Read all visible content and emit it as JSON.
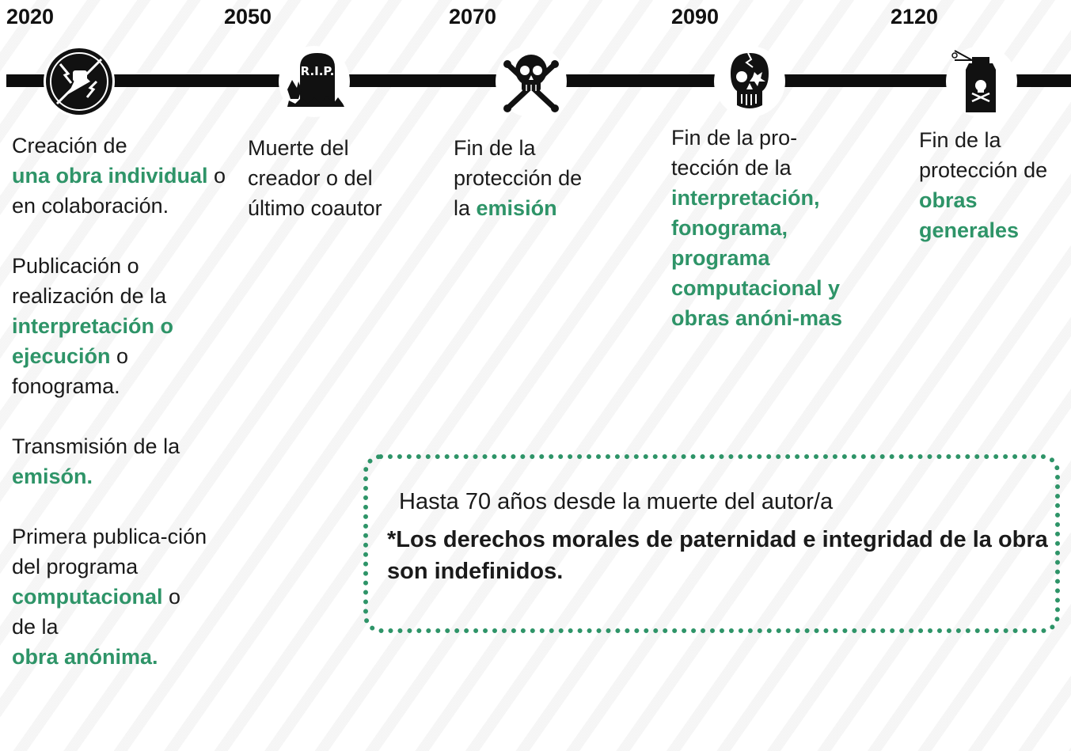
{
  "years": [
    "2020",
    "2050",
    "2070",
    "2090",
    "2120"
  ],
  "nodes": {
    "n1": {
      "icon": "raised-fist-lightning-icon"
    },
    "n2": {
      "icon": "rip-tombstone-icon",
      "text": "R.I.P."
    },
    "n3": {
      "icon": "skull-crossbones-icon"
    },
    "n4": {
      "icon": "cracked-skull-icon"
    },
    "n5": {
      "icon": "poison-spray-can-icon"
    }
  },
  "col1": {
    "p1_a": "Creación de",
    "p1_hl": "una obra individual",
    "p1_b": " o",
    "p1_c": "en colaboración.",
    "p2_a": "Publicación o realización de la",
    "p2_hl": "interpretación o ejecución",
    "p2_b": " o",
    "p2_c": "fonograma.",
    "p3_a": "Transmisión de la",
    "p3_hl": "emisón.",
    "p4_a": "Primera publica-ción del programa",
    "p4_hl": "computacional",
    "p4_b": " o",
    "p4_c": "de la",
    "p4_hl2": "obra anónima."
  },
  "col2": {
    "text": "Muerte del creador o del último coautor"
  },
  "col3": {
    "text": "Fin de la protección de la",
    "hl": "emisión"
  },
  "col4": {
    "text": "Fin de la pro-tección de la",
    "hl": "interpretación, fonograma, programa computacional y obras anóni-mas"
  },
  "col5": {
    "text": "Fin de la protección de",
    "hl": "obras generales"
  },
  "note": {
    "line1": "Hasta 70 años desde la muerte del autor/a",
    "line2": "*Los derechos morales de paternidad e integridad de la obra son indefinidos."
  },
  "colors": {
    "accent": "#2e9468",
    "dark": "#0d0d0d"
  }
}
